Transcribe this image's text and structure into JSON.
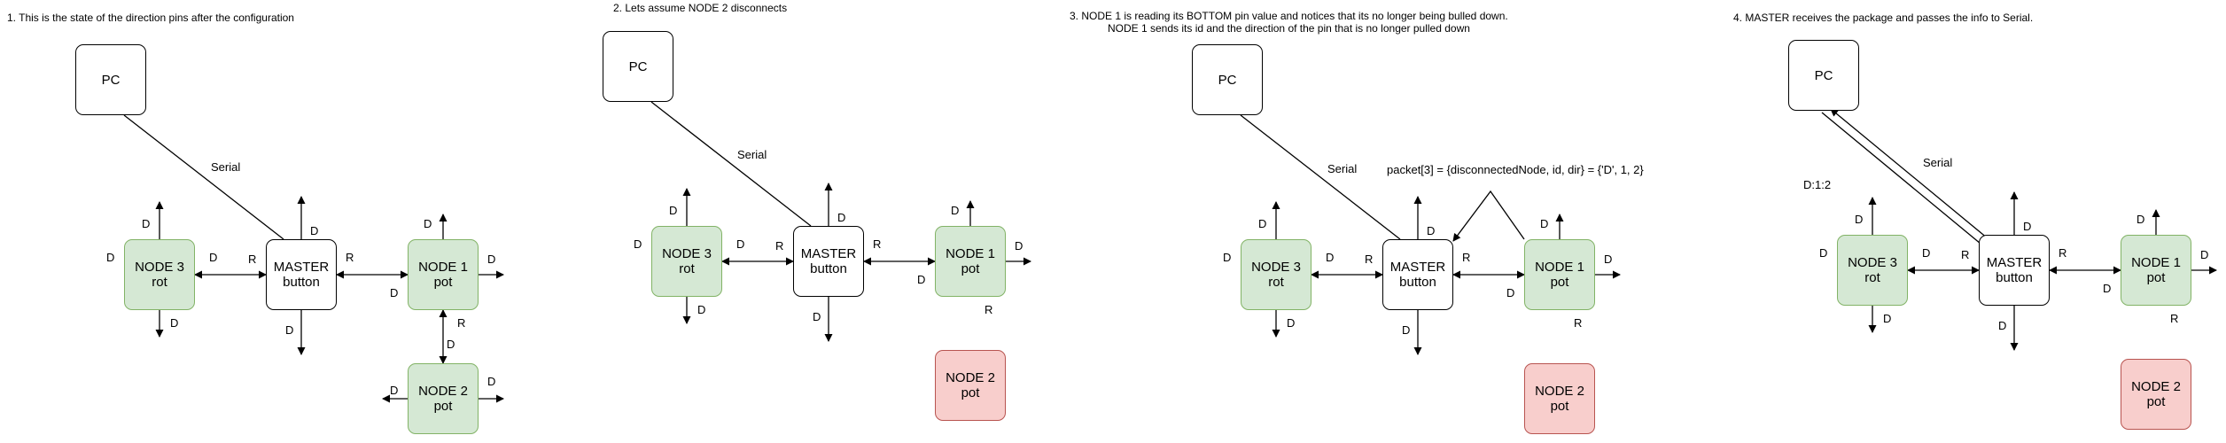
{
  "panels": [
    {
      "caption": [
        "1. This is the state of the direction pins after the configuration"
      ],
      "serial_label": "Serial",
      "boxes": {
        "pc": [
          "PC"
        ],
        "master": [
          "MASTER",
          "button"
        ],
        "node3": [
          "NODE 3",
          "rot"
        ],
        "node1": [
          "NODE 1",
          "pot"
        ],
        "node2": [
          "NODE 2",
          "pot"
        ]
      },
      "node2_state": "active",
      "pin_labels": {
        "d": "D",
        "r": "R"
      }
    },
    {
      "caption": [
        "2. Lets assume NODE 2 disconnects"
      ],
      "serial_label": "Serial",
      "boxes": {
        "pc": [
          "PC"
        ],
        "master": [
          "MASTER",
          "button"
        ],
        "node3": [
          "NODE 3",
          "rot"
        ],
        "node1": [
          "NODE 1",
          "pot"
        ],
        "node2": [
          "NODE 2",
          "pot"
        ]
      },
      "node2_state": "disconnected",
      "pin_labels": {
        "d": "D",
        "r": "R"
      }
    },
    {
      "caption": [
        "3. NODE 1 is reading its BOTTOM pin value and notices that its no longer being bulled down.",
        "NODE 1 sends its id and the direction of the pin that is no longer pulled down"
      ],
      "serial_label": "Serial",
      "packet_label": "packet[3] = {disconnectedNode, id, dir} = {'D', 1, 2}",
      "boxes": {
        "pc": [
          "PC"
        ],
        "master": [
          "MASTER",
          "button"
        ],
        "node3": [
          "NODE 3",
          "rot"
        ],
        "node1": [
          "NODE 1",
          "pot"
        ],
        "node2": [
          "NODE 2",
          "pot"
        ]
      },
      "node2_state": "disconnected",
      "pin_labels": {
        "d": "D",
        "r": "R"
      }
    },
    {
      "caption": [
        "4. MASTER receives the package and passes the info to Serial."
      ],
      "serial_label": "Serial",
      "serial_message": "D:1:2",
      "boxes": {
        "pc": [
          "PC"
        ],
        "master": [
          "MASTER",
          "button"
        ],
        "node3": [
          "NODE 3",
          "rot"
        ],
        "node1": [
          "NODE 1",
          "pot"
        ],
        "node2": [
          "NODE 2",
          "pot"
        ]
      },
      "node2_state": "disconnected",
      "pin_labels": {
        "d": "D",
        "r": "R"
      }
    }
  ],
  "colors": {
    "node_fill": "#d5e8d4",
    "node_stroke": "#82b366",
    "off_fill": "#f8cecc",
    "off_stroke": "#b85450",
    "line": "#000000"
  }
}
